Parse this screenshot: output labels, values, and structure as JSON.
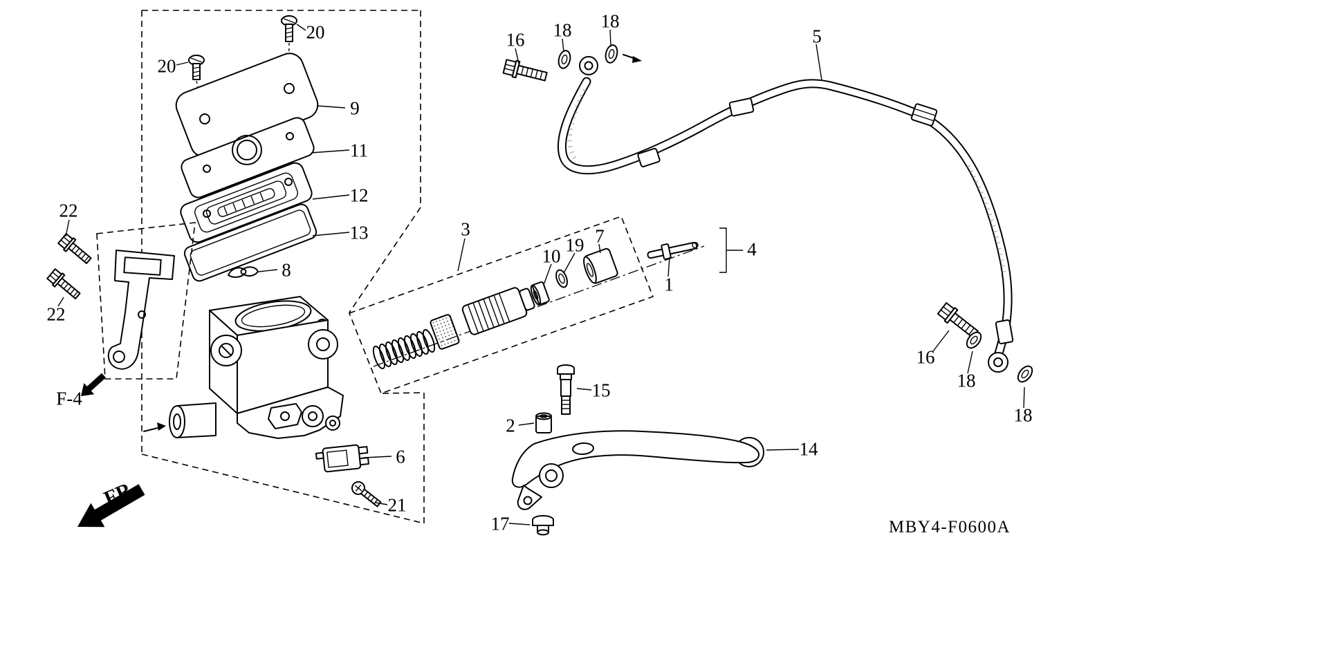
{
  "diagram": {
    "code": "MBY4-F0600A",
    "frame_reference": "F-4",
    "front_marker": "FR."
  },
  "callouts": [
    {
      "id": "cap-screw-top",
      "label": "20"
    },
    {
      "id": "cap-screw-left",
      "label": "20"
    },
    {
      "id": "reservoir-cap",
      "label": "9"
    },
    {
      "id": "cap-plate",
      "label": "11"
    },
    {
      "id": "diaphragm",
      "label": "12"
    },
    {
      "id": "diaphragm-plate",
      "label": "13"
    },
    {
      "id": "clamp",
      "label": "8"
    },
    {
      "id": "bracket-bolt-upper",
      "label": "22"
    },
    {
      "id": "bracket-bolt-lower",
      "label": "22"
    },
    {
      "id": "piston-set",
      "label": "3"
    },
    {
      "id": "piston-cup-10",
      "label": "10"
    },
    {
      "id": "piston-cup-19",
      "label": "19"
    },
    {
      "id": "piston-cup-7",
      "label": "7"
    },
    {
      "id": "push-rod",
      "label": "1"
    },
    {
      "id": "set-bracket",
      "label": "4"
    },
    {
      "id": "banjo-bolt-top",
      "label": "16"
    },
    {
      "id": "washer-top-1",
      "label": "18"
    },
    {
      "id": "washer-top-2",
      "label": "18"
    },
    {
      "id": "clutch-hose",
      "label": "5"
    },
    {
      "id": "banjo-bolt-bottom",
      "label": "16"
    },
    {
      "id": "washer-bottom-1",
      "label": "18"
    },
    {
      "id": "washer-bottom-2",
      "label": "18"
    },
    {
      "id": "lever-pivot-bolt",
      "label": "15"
    },
    {
      "id": "pivot-bushing",
      "label": "2"
    },
    {
      "id": "clutch-lever",
      "label": "14"
    },
    {
      "id": "clutch-switch",
      "label": "6"
    },
    {
      "id": "switch-screw",
      "label": "21"
    },
    {
      "id": "pivot-nut",
      "label": "17"
    }
  ]
}
